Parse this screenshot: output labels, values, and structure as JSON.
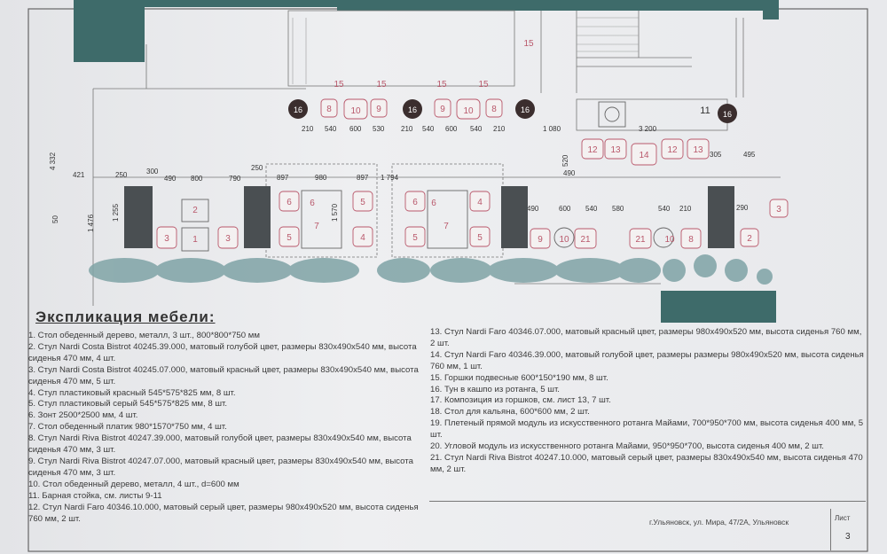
{
  "legend": {
    "title": "Экспликация мебели:",
    "left": [
      "1. Стол обеденный дерево, металл, 3 шт., 800*800*750 мм",
      "2. Стул Nardi Costa Bistrot 40245.39.000, матовый голубой цвет, размеры 830х490х540 мм, высота сиденья 470 мм, 4 шт.",
      "3. Стул Nardi Costa Bistrot 40245.07.000, матовый красный цвет, размеры 830х490х540 мм, высота сиденья 470 мм, 5 шт.",
      "4. Стул пластиковый красный 545*575*825 мм, 8 шт.",
      "5. Стул пластиковый серый 545*575*825 мм, 8 шт.",
      "6. Зонт 2500*2500 мм, 4 шт.",
      "7. Стол обеденный платик 980*1570*750 мм, 4 шт.",
      "8. Стул Nardi Riva Bistrot 40247.39.000, матовый голубой цвет, размеры 830х490х540 мм, высота сиденья 470 мм, 3 шт.",
      "9. Стул Nardi Riva Bistrot 40247.07.000, матовый красный цвет, размеры 830х490х540 мм, высота сиденья 470 мм, 3 шт.",
      "10. Стол обеденный дерево, металл, 4 шт., d=600 мм",
      "11. Барная стойка, см. листы 9-11",
      "12. Стул Nardi Faro 40346.10.000, матовый серый цвет, размеры 980х490х520 мм, высота сиденья 760 мм, 2 шт."
    ],
    "right": [
      "13. Стул Nardi Faro 40346.07.000, матовый красный цвет, размеры 980х490х520 мм, высота сиденья 760 мм, 2 шт.",
      "14. Стул Nardi Faro 40346.39.000, матовый голубой цвет, размеры размеры 980х490х520 мм, высота сиденья 760 мм, 1 шт.",
      "15. Горшки подвесные 600*150*190 мм, 8 шт.",
      "16. Тун в кашпо из ротанга, 5 шт.",
      "17. Композиция из горшков, см. лист 13, 7 шт.",
      "18. Стол для кальяна, 600*600 мм, 2 шт.",
      "19. Плетеный прямой модуль из искусственного ротанга Майами, 700*950*700 мм, высота сиденья 400 мм, 5 шт.",
      "20. Угловой модуль из искусственного ротанга Майами, 950*950*700, высота сиденья 400 мм, 2 шт.",
      "21. Стул Nardi Riva Bistrot 40247.10.000, матовый серый цвет, размеры 830х490х540 мм, высота сиденья 470 мм, 2 шт."
    ]
  },
  "title_block": {
    "address": "г.Ульяновск, ул. Мира, 47/2А, Ульяновск",
    "sheet_label": "Лист",
    "sheet_number": "3"
  },
  "colors": {
    "wall_teal": "#3e6b6a",
    "furniture_marker": "#b9586b",
    "planter": "#7fa3a6"
  }
}
